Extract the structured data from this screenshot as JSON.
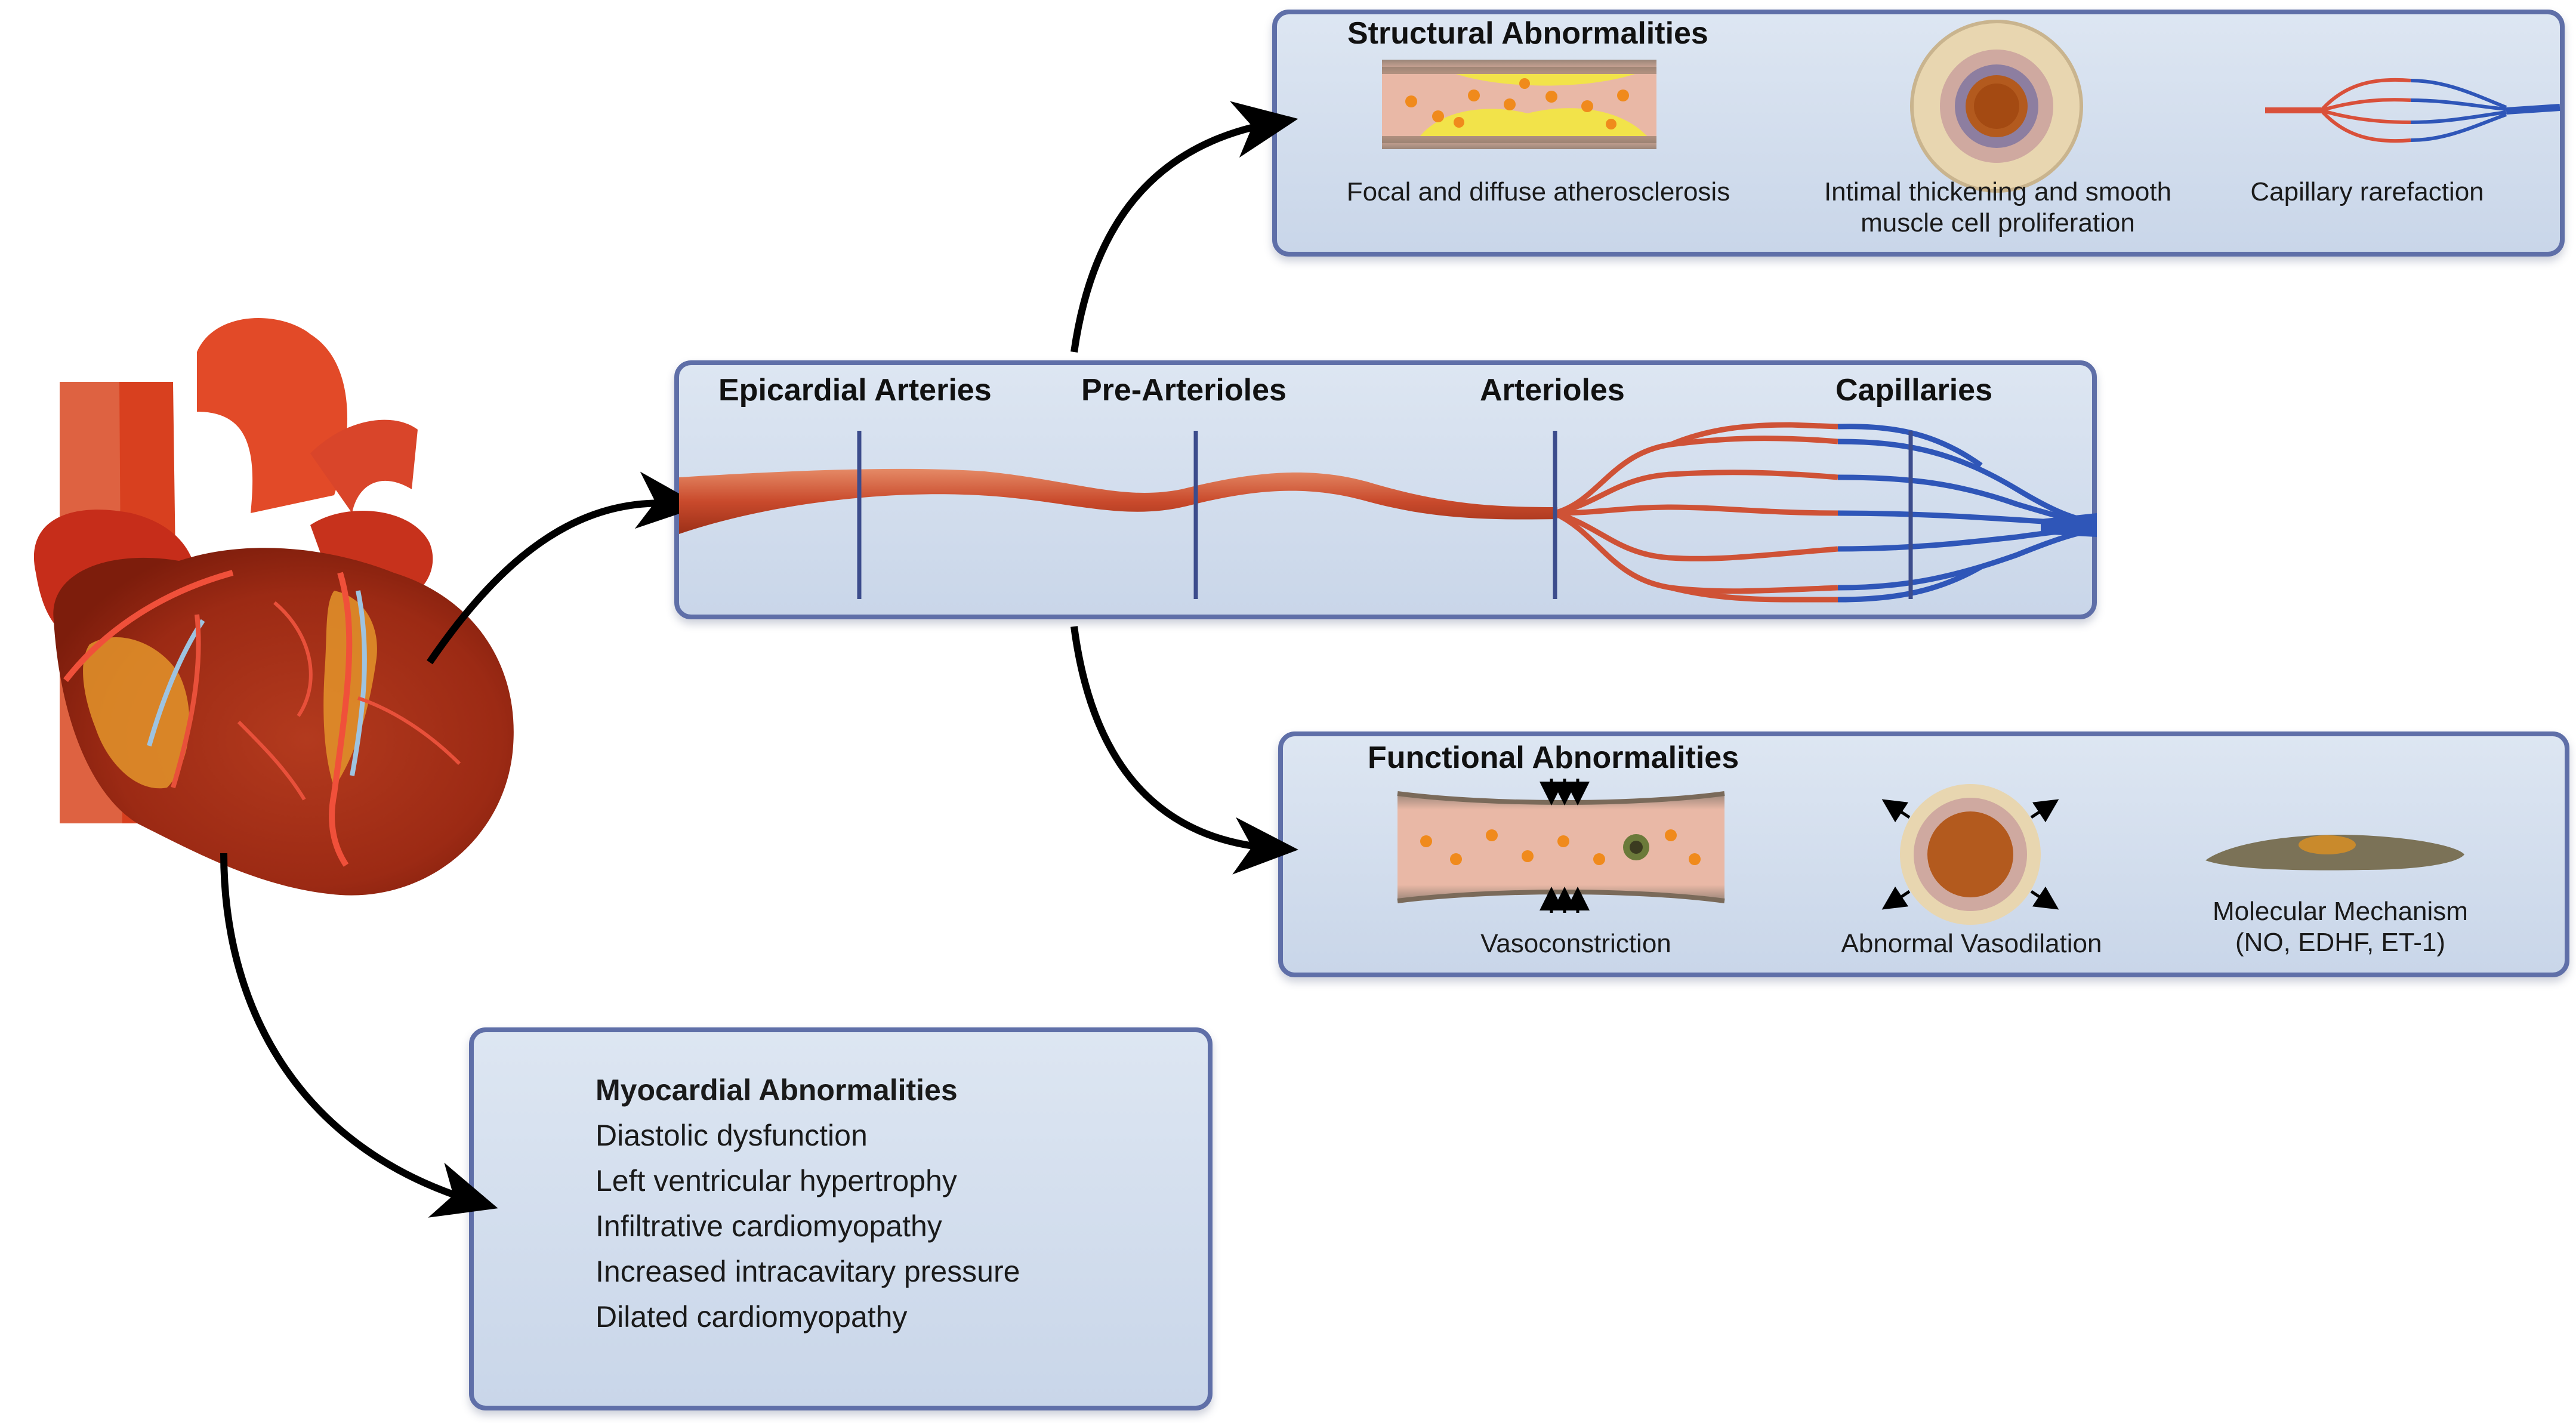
{
  "vessels": {
    "labels": [
      "Epicardial Arteries",
      "Pre-Arterioles",
      "Arterioles",
      "Capillaries"
    ]
  },
  "structural": {
    "title": "Structural Abnormalities",
    "items": [
      {
        "caption_lines": [
          "Focal and diffuse atherosclerosis"
        ]
      },
      {
        "caption_lines": [
          "Intimal thickening and smooth",
          "muscle cell proliferation"
        ]
      },
      {
        "caption_lines": [
          "Capillary rarefaction"
        ]
      }
    ]
  },
  "functional": {
    "title": "Functional Abnormalities",
    "items": [
      {
        "caption_lines": [
          "Vasoconstriction"
        ]
      },
      {
        "caption_lines": [
          "Abnormal Vasodilation"
        ]
      },
      {
        "caption_lines": [
          "Molecular Mechanism",
          "(NO, EDHF, ET-1)"
        ]
      }
    ]
  },
  "myocardial": {
    "title": "Myocardial Abnormalities",
    "items": [
      "Diastolic dysfunction",
      "Left ventricular hypertrophy",
      "Infiltrative cardiomyopathy",
      "Increased intracavitary pressure",
      "Dilated cardiomyopathy"
    ]
  },
  "colors": {
    "panel_border": "#5f6fa8",
    "panel_fill": "#d4dfee",
    "artery_red": "#cf5236",
    "vein_blue": "#2f56b8",
    "divider": "#3c4c8c",
    "arrow": "#000000"
  }
}
